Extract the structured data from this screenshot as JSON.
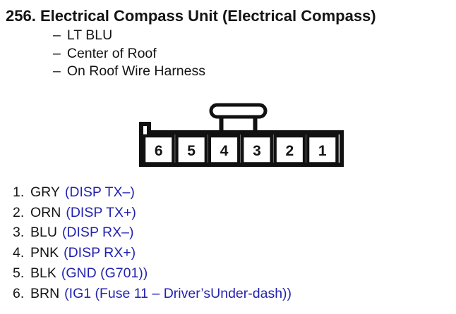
{
  "colors": {
    "background": "#ffffff",
    "text": "#141414",
    "signal_blue": "#2222b0",
    "line_black": "#111111"
  },
  "header": {
    "number": "256.",
    "title": "Electrical Compass Unit (Electrical Compass)"
  },
  "notes": {
    "dash": "–",
    "items": [
      "LT BLU",
      "Center of Roof",
      "On Roof Wire Harness"
    ]
  },
  "connector": {
    "cavities": [
      "6",
      "5",
      "4",
      "3",
      "2",
      "1"
    ]
  },
  "pins": [
    {
      "number": "1.",
      "wire_color": "GRY",
      "signal": "(DISP TX–)"
    },
    {
      "number": "2.",
      "wire_color": "ORN",
      "signal": "(DISP TX+)"
    },
    {
      "number": "3.",
      "wire_color": "BLU",
      "signal": "(DISP RX–)"
    },
    {
      "number": "4.",
      "wire_color": "PNK",
      "signal": "(DISP RX+)"
    },
    {
      "number": "5.",
      "wire_color": "BLK",
      "signal": "(GND (G701))"
    },
    {
      "number": "6.",
      "wire_color": "BRN",
      "signal": "(IG1 (Fuse 11 – Driver’sUnder-dash))"
    }
  ]
}
